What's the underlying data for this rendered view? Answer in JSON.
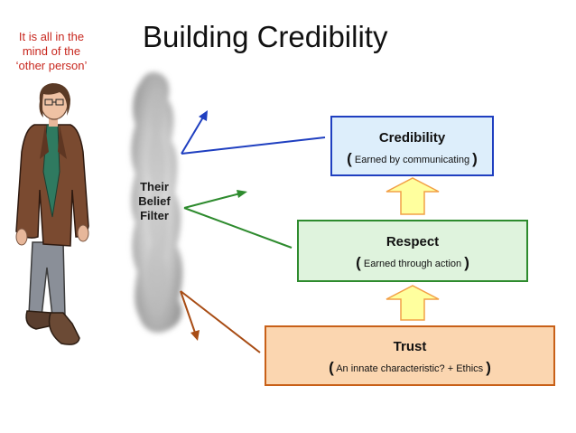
{
  "title": "Building Credibility",
  "side_note": {
    "lines": [
      "It is all in the",
      "mind of the",
      "‘other person’"
    ]
  },
  "filter": {
    "lines": [
      "Their",
      "Belief",
      "Filter"
    ]
  },
  "boxes": {
    "credibility": {
      "title": "Credibility",
      "subtitle": "Earned by communicating"
    },
    "respect": {
      "title": "Respect",
      "subtitle": "Earned through action"
    },
    "trust": {
      "title": "Trust",
      "subtitle": "An innate characteristic? + Ethics"
    }
  },
  "colors": {
    "credibility_border": "#1f3fc0",
    "credibility_fill": "#ddeefb",
    "respect_border": "#2e8b2e",
    "respect_fill": "#dff3dd",
    "trust_border": "#c86018",
    "trust_fill": "#fbd6b0",
    "up_arrow_fill": "#ffff9e",
    "up_arrow_stroke": "#f2a046",
    "side_note_text": "#c8281f"
  }
}
